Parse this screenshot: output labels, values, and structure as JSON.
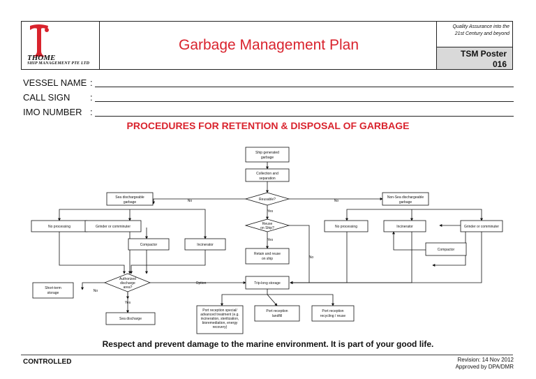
{
  "header": {
    "company_name": "THOME",
    "company_sub": "SHIP MANAGEMENT PTE LTD",
    "title": "Garbage Management Plan",
    "qa_line1": "Quality Assurance into the",
    "qa_line2": "21st Century and beyond",
    "poster_line1": "TSM Poster",
    "poster_line2": "016"
  },
  "fields": {
    "vessel": "VESSEL NAME",
    "callsign": "CALL SIGN",
    "imo": "IMO NUMBER",
    "colon": ":"
  },
  "procedures_title": "PROCEDURES FOR RETENTION & DISPOSAL OF GARBAGE",
  "flow": {
    "ship_generated": [
      "Ship generated",
      "garbage"
    ],
    "collection": [
      "Collection and",
      "separation"
    ],
    "reusable": "Reusable?",
    "sea_dischargeable": [
      "Sea dischargeable",
      "garbage"
    ],
    "non_sea_dischargeable": [
      "Non-Sea dischargeable",
      "garbage"
    ],
    "no_processing_left": "No processing",
    "grinder_left": "Grinder or comminuter",
    "compactor_left": "Compactor",
    "incinerator_left": "Incinerator",
    "reuse_on_ship": [
      "Reuse",
      "on Ship?"
    ],
    "retain_reuse": [
      "Retain and reuse",
      "on ship"
    ],
    "no_processing_right": "No processing",
    "incinerator_right": "Incinerator",
    "grinder_right": "Grinder or comminuter",
    "compactor_right": "Compactor",
    "authorized": [
      "Authorized",
      "discharge",
      "area?"
    ],
    "short_term": [
      "Short-term",
      "storage"
    ],
    "sea_discharge": "Sea discharge",
    "trip_long": "Trip-long storage",
    "port_special": [
      "Port reception special/",
      "advanced treatment (e.g.",
      "incineration, sterilization,",
      "bioremediation, energy",
      "recovery)"
    ],
    "port_landfill": [
      "Port reception",
      "landfill"
    ],
    "port_recycling": [
      "Port reception",
      "recycling / reuse"
    ],
    "yes": "Yes",
    "no": "No",
    "option": "Option"
  },
  "footer": {
    "respect": "Respect and prevent damage to the marine environment. It is part of your good life.",
    "controlled": "CONTROLLED",
    "revision": "Revision: 14 Nov 2012",
    "approved": "Approved by DPA/DMR"
  }
}
